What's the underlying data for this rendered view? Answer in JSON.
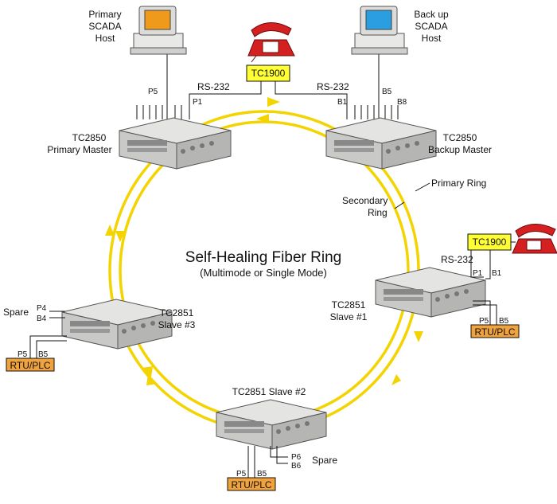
{
  "title": "Self-Healing Fiber Ring",
  "subtitle": "(Multimode or Single Mode)",
  "ring_labels": {
    "primary": "Primary Ring",
    "secondary_1": "Secondary",
    "secondary_2": "Ring"
  },
  "hosts": {
    "primary": {
      "lines": [
        "Primary",
        "SCADA",
        "Host"
      ],
      "screen_color": "#f09a1c"
    },
    "backup": {
      "lines": [
        "Back up",
        "SCADA",
        "Host"
      ],
      "screen_color": "#2a9ee0"
    }
  },
  "tc1900_label": "TC1900",
  "rs232": "RS-232",
  "rtu_label": "RTU/PLC",
  "spare": "Spare",
  "nodes": {
    "primary_master": {
      "line1": "TC2850",
      "line2": "Primary Master"
    },
    "backup_master": {
      "line1": "TC2850",
      "line2": "Backup Master"
    },
    "slave1": {
      "line1": "TC2851",
      "line2": "Slave #1"
    },
    "slave2": {
      "line1": "TC2851 Slave #2"
    },
    "slave3": {
      "line1": "TC2851",
      "line2": "Slave #3"
    }
  },
  "ports": {
    "p1": "P1",
    "b1": "B1",
    "p5": "P5",
    "b5": "B5",
    "b8": "B8",
    "p4": "P4",
    "b4": "B4",
    "p6": "P6",
    "b6": "B6"
  },
  "colors": {
    "ring": "#f3d400",
    "tc1900": "#ffff33",
    "rtu": "#f0a23c",
    "phone": "#d42020"
  }
}
